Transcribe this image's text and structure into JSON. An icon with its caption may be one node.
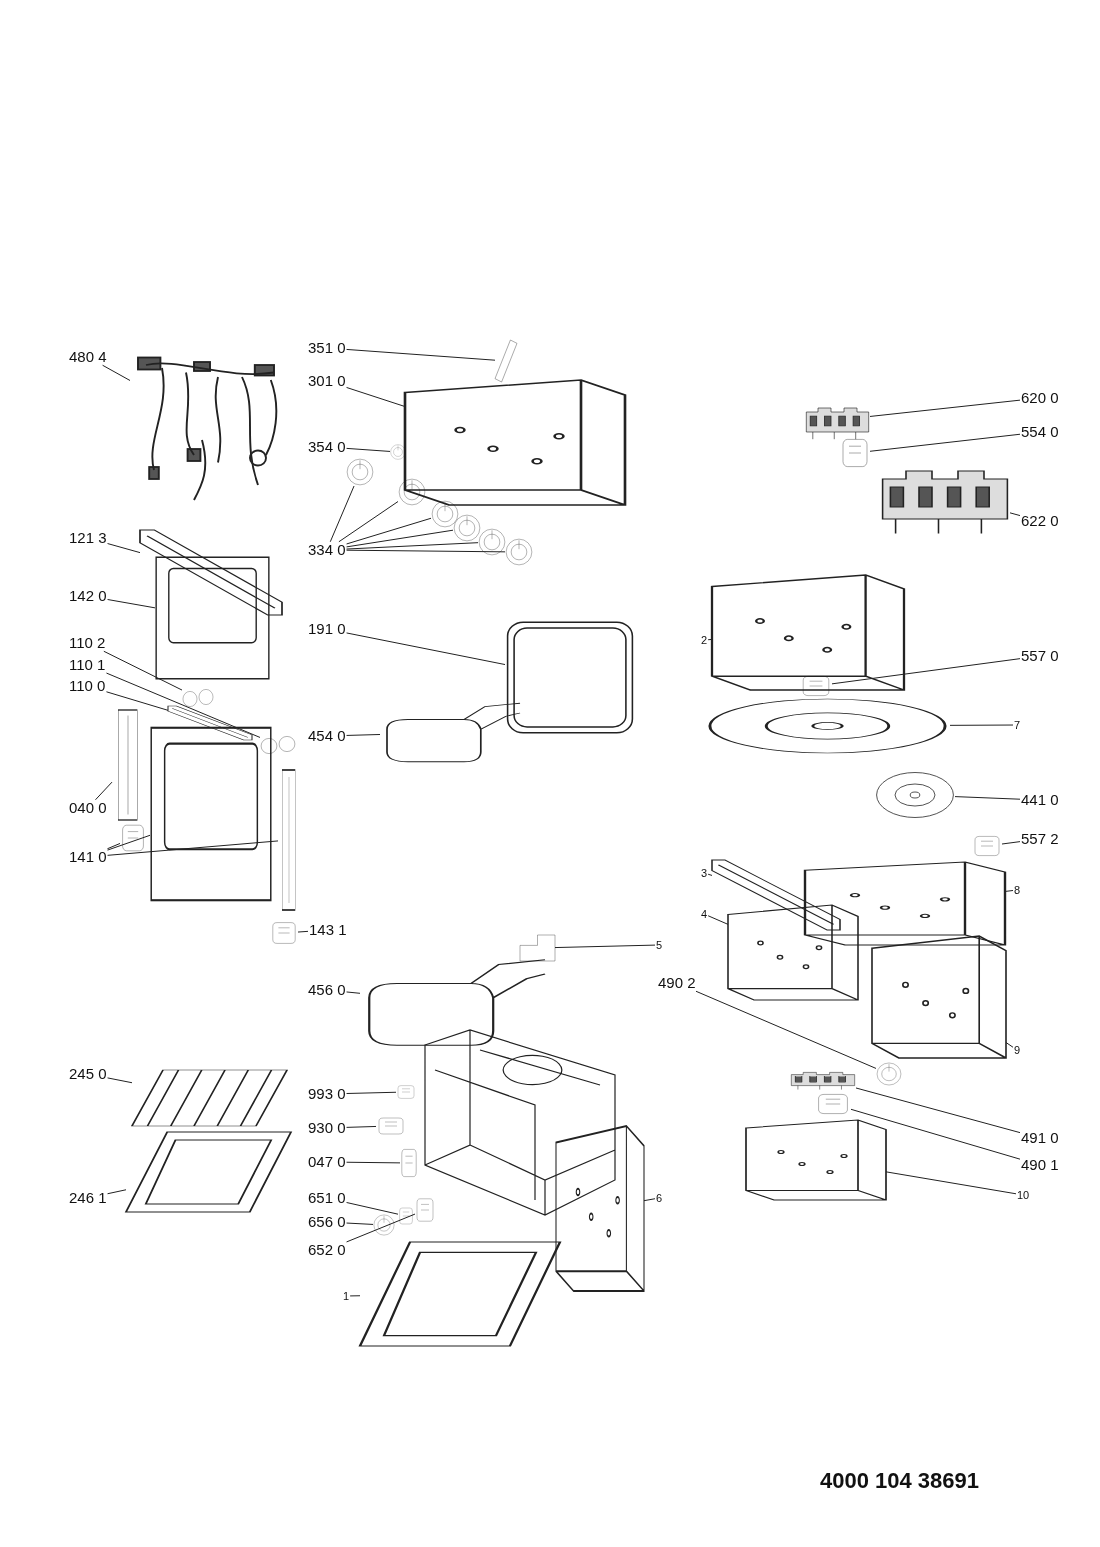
{
  "diagram": {
    "nodes": [
      {
        "text": [
          "480 4"
        ]
      },
      {
        "text": [],
        "shape": "picture"
      },
      {
        "text": [
          "351 0"
        ]
      },
      {
        "text": [],
        "shape": "picture"
      },
      {
        "text": [
          "301 0"
        ]
      },
      {
        "text": [],
        "shape": "picture"
      },
      {
        "text": [
          "354 0"
        ]
      },
      {
        "text": [],
        "shape": "picture"
      },
      {
        "text": [
          "334 0"
        ]
      },
      {
        "text": [],
        "shape": "picture"
      },
      {
        "text": [],
        "shape": "picture"
      },
      {
        "text": [],
        "shape": "picture"
      },
      {
        "text": [],
        "shape": "picture"
      },
      {
        "text": [],
        "shape": "picture"
      },
      {
        "text": [],
        "shape": "picture"
      },
      {
        "text": [
          "620 0"
        ]
      },
      {
        "text": [],
        "shape": "picture"
      },
      {
        "text": [
          "554 0"
        ]
      },
      {
        "text": [],
        "shape": "picture"
      },
      {
        "text": [
          "622 0"
        ]
      },
      {
        "text": [],
        "shape": "picture"
      },
      {
        "text": [
          "121 3"
        ]
      },
      {
        "text": [],
        "shape": "picture"
      },
      {
        "text": [
          "142 0"
        ]
      },
      {
        "text": [],
        "shape": "picture"
      },
      {
        "text": [
          "110 2"
        ]
      },
      {
        "text": [],
        "shape": "picture"
      },
      {
        "text": [
          "110 1"
        ]
      },
      {
        "text": [],
        "shape": "picture"
      },
      {
        "text": [
          "110 0"
        ]
      },
      {
        "text": [],
        "shape": "picture"
      },
      {
        "text": [
          "191 0"
        ]
      },
      {
        "text": [],
        "shape": "picture"
      },
      {
        "text": [
          "454 0"
        ]
      },
      {
        "text": [],
        "shape": "picture"
      },
      {
        "text": [
          "040 0"
        ]
      },
      {
        "text": [],
        "shape": "picture"
      },
      {
        "text": [
          "141 0"
        ]
      },
      {
        "text": [],
        "shape": "picture"
      },
      {
        "text": [],
        "shape": "picture"
      },
      {
        "text": [],
        "shape": "picture"
      },
      {
        "text": [
          "143 1"
        ]
      },
      {
        "text": [],
        "shape": "picture"
      },
      {
        "text": [
          "2"
        ]
      },
      {
        "text": [],
        "shape": "picture"
      },
      {
        "text": [
          "557 0"
        ]
      },
      {
        "text": [],
        "shape": "picture"
      },
      {
        "text": [
          "7"
        ]
      },
      {
        "text": [],
        "shape": "picture"
      },
      {
        "text": [
          "441 0"
        ]
      },
      {
        "text": [],
        "shape": "picture"
      },
      {
        "text": [
          "557 2"
        ]
      },
      {
        "text": [],
        "shape": "picture"
      },
      {
        "text": [
          "3"
        ]
      },
      {
        "text": [],
        "shape": "picture"
      },
      {
        "text": [
          "8"
        ]
      },
      {
        "text": [],
        "shape": "picture"
      },
      {
        "text": [
          "4"
        ]
      },
      {
        "text": [],
        "shape": "picture"
      },
      {
        "text": [
          "5"
        ]
      },
      {
        "text": [],
        "shape": "picture"
      },
      {
        "text": [
          "456 0"
        ]
      },
      {
        "text": [],
        "shape": "picture"
      },
      {
        "text": [
          "490 2"
        ]
      },
      {
        "text": [],
        "shape": "picture"
      },
      {
        "text": [
          "9"
        ]
      },
      {
        "text": [],
        "shape": "picture"
      },
      {
        "text": [
          "245 0"
        ]
      },
      {
        "text": [],
        "shape": "picture"
      },
      {
        "text": [
          "993 0"
        ]
      },
      {
        "text": [],
        "shape": "picture"
      },
      {
        "text": [
          "930 0"
        ]
      },
      {
        "text": [],
        "shape": "picture"
      },
      {
        "text": [
          "047 0"
        ]
      },
      {
        "text": [],
        "shape": "picture"
      },
      {
        "text": [
          "491 0"
        ]
      },
      {
        "text": [],
        "shape": "picture"
      },
      {
        "text": [
          "490 1"
        ]
      },
      {
        "text": [],
        "shape": "picture"
      },
      {
        "text": [
          "246 1"
        ]
      },
      {
        "text": [],
        "shape": "picture"
      },
      {
        "text": [
          "6"
        ]
      },
      {
        "text": [],
        "shape": "picture"
      },
      {
        "text": [
          "10"
        ]
      },
      {
        "text": [],
        "shape": "picture"
      },
      {
        "text": [
          "651 0"
        ]
      },
      {
        "text": [],
        "shape": "picture"
      },
      {
        "text": [
          "656 0"
        ]
      },
      {
        "text": [],
        "shape": "picture"
      },
      {
        "text": [
          "652 0"
        ]
      },
      {
        "text": [],
        "shape": "picture"
      },
      {
        "text": [
          "1"
        ]
      },
      {
        "text": [],
        "shape": "picture"
      }
    ],
    "edges": [
      {
        "from": 0,
        "to": 1,
        "arrow": "none"
      },
      {
        "from": 2,
        "to": 3,
        "arrow": "none"
      },
      {
        "from": 4,
        "to": 5,
        "arrow": "none"
      },
      {
        "from": 6,
        "to": 7,
        "arrow": "none"
      },
      {
        "from": 8,
        "to": 9,
        "arrow": "none"
      },
      {
        "from": 8,
        "to": 10,
        "arrow": "none"
      },
      {
        "from": 8,
        "to": 11,
        "arrow": "none"
      },
      {
        "from": 8,
        "to": 12,
        "arrow": "none"
      },
      {
        "from": 8,
        "to": 13,
        "arrow": "none"
      },
      {
        "from": 8,
        "to": 14,
        "arrow": "none"
      },
      {
        "from": 15,
        "to": 16,
        "arrow": "none"
      },
      {
        "from": 17,
        "to": 18,
        "arrow": "none"
      },
      {
        "from": 19,
        "to": 20,
        "arrow": "none"
      },
      {
        "from": 21,
        "to": 22,
        "arrow": "none"
      },
      {
        "from": 23,
        "to": 24,
        "arrow": "none"
      },
      {
        "from": 25,
        "to": 26,
        "arrow": "none"
      },
      {
        "from": 27,
        "to": 28,
        "arrow": "none"
      },
      {
        "from": 29,
        "to": 30,
        "arrow": "none"
      },
      {
        "from": 31,
        "to": 32,
        "arrow": "none"
      },
      {
        "from": 33,
        "to": 34,
        "arrow": "none"
      },
      {
        "from": 35,
        "to": 36,
        "arrow": "none"
      },
      {
        "from": 37,
        "to": 38,
        "arrow": "none"
      },
      {
        "from": 37,
        "to": 39,
        "arrow": "none"
      },
      {
        "from": 37,
        "to": 40,
        "arrow": "none"
      },
      {
        "from": 41,
        "to": 42,
        "arrow": "none"
      },
      {
        "from": 43,
        "to": 44,
        "arrow": "none"
      },
      {
        "from": 45,
        "to": 46,
        "arrow": "none"
      },
      {
        "from": 47,
        "to": 48,
        "arrow": "none"
      },
      {
        "from": 49,
        "to": 50,
        "arrow": "none"
      },
      {
        "from": 51,
        "to": 52,
        "arrow": "none"
      },
      {
        "from": 53,
        "to": 54,
        "arrow": "none"
      },
      {
        "from": 55,
        "to": 56,
        "arrow": "none"
      },
      {
        "from": 57,
        "to": 58,
        "arrow": "none"
      },
      {
        "from": 59,
        "to": 60,
        "arrow": "none"
      },
      {
        "from": 61,
        "to": 62,
        "arrow": "none"
      },
      {
        "from": 63,
        "to": 64,
        "arrow": "none"
      },
      {
        "from": 65,
        "to": 66,
        "arrow": "none"
      },
      {
        "from": 67,
        "to": 68,
        "arrow": "none"
      },
      {
        "from": 69,
        "to": 70,
        "arrow": "none"
      },
      {
        "from": 71,
        "to": 72,
        "arrow": "none"
      },
      {
        "from": 73,
        "to": 74,
        "arrow": "none"
      },
      {
        "from": 75,
        "to": 76,
        "arrow": "none"
      },
      {
        "from": 77,
        "to": 78,
        "arrow": "none"
      },
      {
        "from": 79,
        "to": 80,
        "arrow": "none"
      },
      {
        "from": 81,
        "to": 82,
        "arrow": "none"
      },
      {
        "from": 83,
        "to": 84,
        "arrow": "none"
      },
      {
        "from": 85,
        "to": 86,
        "arrow": "none"
      },
      {
        "from": 87,
        "to": 88,
        "arrow": "none"
      },
      {
        "from": 89,
        "to": 90,
        "arrow": "none"
      },
      {
        "from": 91,
        "to": 92,
        "arrow": "none"
      }
    ],
    "labels": [
      "4000 104 38691"
    ]
  }
}
